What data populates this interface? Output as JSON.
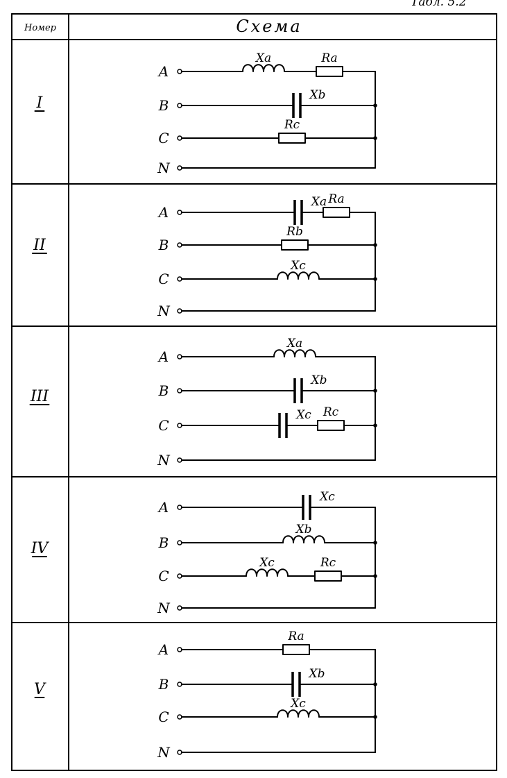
{
  "table": {
    "caption": "Табл. 5.2",
    "header_number": "Номер",
    "header_scheme": "Схема"
  },
  "phase_labels": [
    "A",
    "B",
    "C",
    "N"
  ],
  "rows": [
    {
      "number": "I",
      "lines": [
        {
          "label": "A",
          "elements": [
            {
              "type": "inductor",
              "label": "Xa"
            },
            {
              "type": "resistor",
              "label": "Ra"
            }
          ]
        },
        {
          "label": "B",
          "elements": [
            {
              "type": "capacitor",
              "label": "Xb"
            }
          ]
        },
        {
          "label": "C",
          "elements": [
            {
              "type": "resistor",
              "label": "Rc"
            }
          ]
        },
        {
          "label": "N",
          "elements": []
        }
      ]
    },
    {
      "number": "II",
      "lines": [
        {
          "label": "A",
          "elements": [
            {
              "type": "capacitor",
              "label": "Xa"
            },
            {
              "type": "resistor",
              "label": "Ra"
            }
          ]
        },
        {
          "label": "B",
          "elements": [
            {
              "type": "resistor",
              "label": "Rb"
            }
          ]
        },
        {
          "label": "C",
          "elements": [
            {
              "type": "inductor",
              "label": "Xc"
            }
          ]
        },
        {
          "label": "N",
          "elements": []
        }
      ]
    },
    {
      "number": "III",
      "lines": [
        {
          "label": "A",
          "elements": [
            {
              "type": "inductor",
              "label": "Xa"
            }
          ]
        },
        {
          "label": "B",
          "elements": [
            {
              "type": "capacitor",
              "label": "Xb"
            }
          ]
        },
        {
          "label": "C",
          "elements": [
            {
              "type": "capacitor",
              "label": "Xc"
            },
            {
              "type": "resistor",
              "label": "Rc"
            }
          ]
        },
        {
          "label": "N",
          "elements": []
        }
      ]
    },
    {
      "number": "IV",
      "lines": [
        {
          "label": "A",
          "elements": [
            {
              "type": "capacitor",
              "label": "Xc"
            }
          ]
        },
        {
          "label": "B",
          "elements": [
            {
              "type": "inductor",
              "label": "Xb"
            }
          ]
        },
        {
          "label": "C",
          "elements": [
            {
              "type": "inductor",
              "label": "Xc"
            },
            {
              "type": "resistor",
              "label": "Rc"
            }
          ]
        },
        {
          "label": "N",
          "elements": []
        }
      ]
    },
    {
      "number": "V",
      "lines": [
        {
          "label": "A",
          "elements": [
            {
              "type": "resistor",
              "label": "Ra"
            }
          ]
        },
        {
          "label": "B",
          "elements": [
            {
              "type": "capacitor",
              "label": "Xb"
            }
          ]
        },
        {
          "label": "C",
          "elements": [
            {
              "type": "inductor",
              "label": "Xc"
            }
          ]
        },
        {
          "label": "N",
          "elements": []
        }
      ]
    }
  ]
}
